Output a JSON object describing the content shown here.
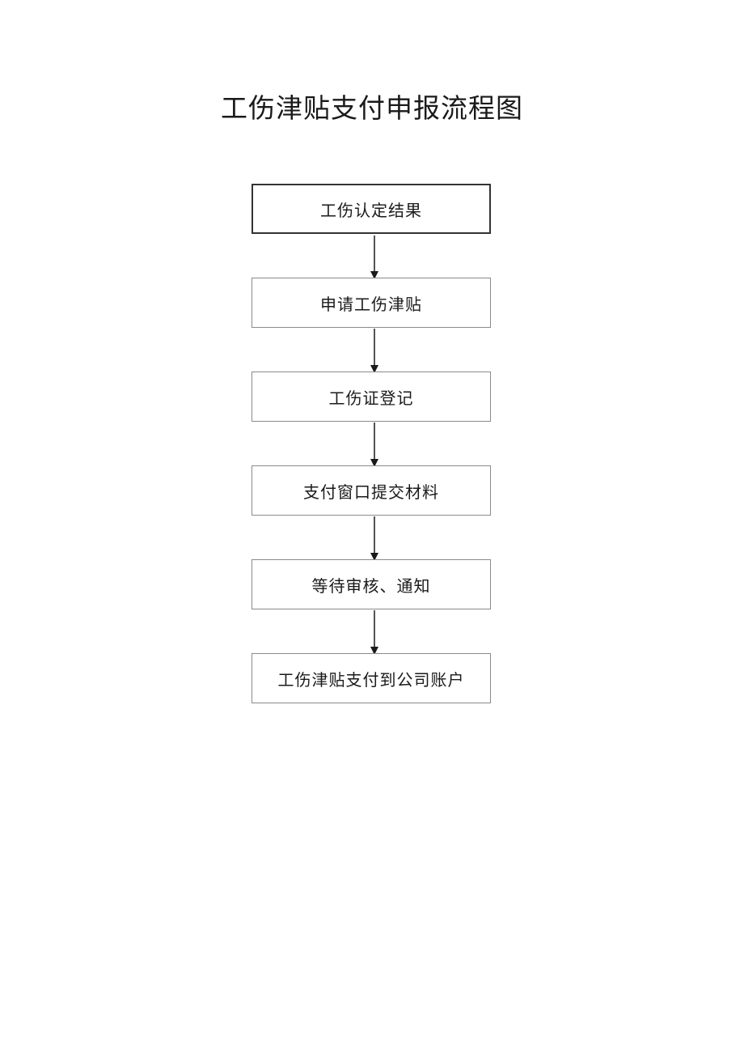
{
  "title": "工伤津贴支付申报流程图",
  "steps": [
    "工伤认定结果",
    "申请工伤津贴",
    "工伤证登记",
    "支付窗口提交材料",
    "等待审核、通知",
    "工伤津贴支付到公司账户"
  ],
  "colors": {
    "arrow": "#1a1a1a",
    "box_border": "#8a8a8a",
    "first_box_border": "#333333"
  }
}
